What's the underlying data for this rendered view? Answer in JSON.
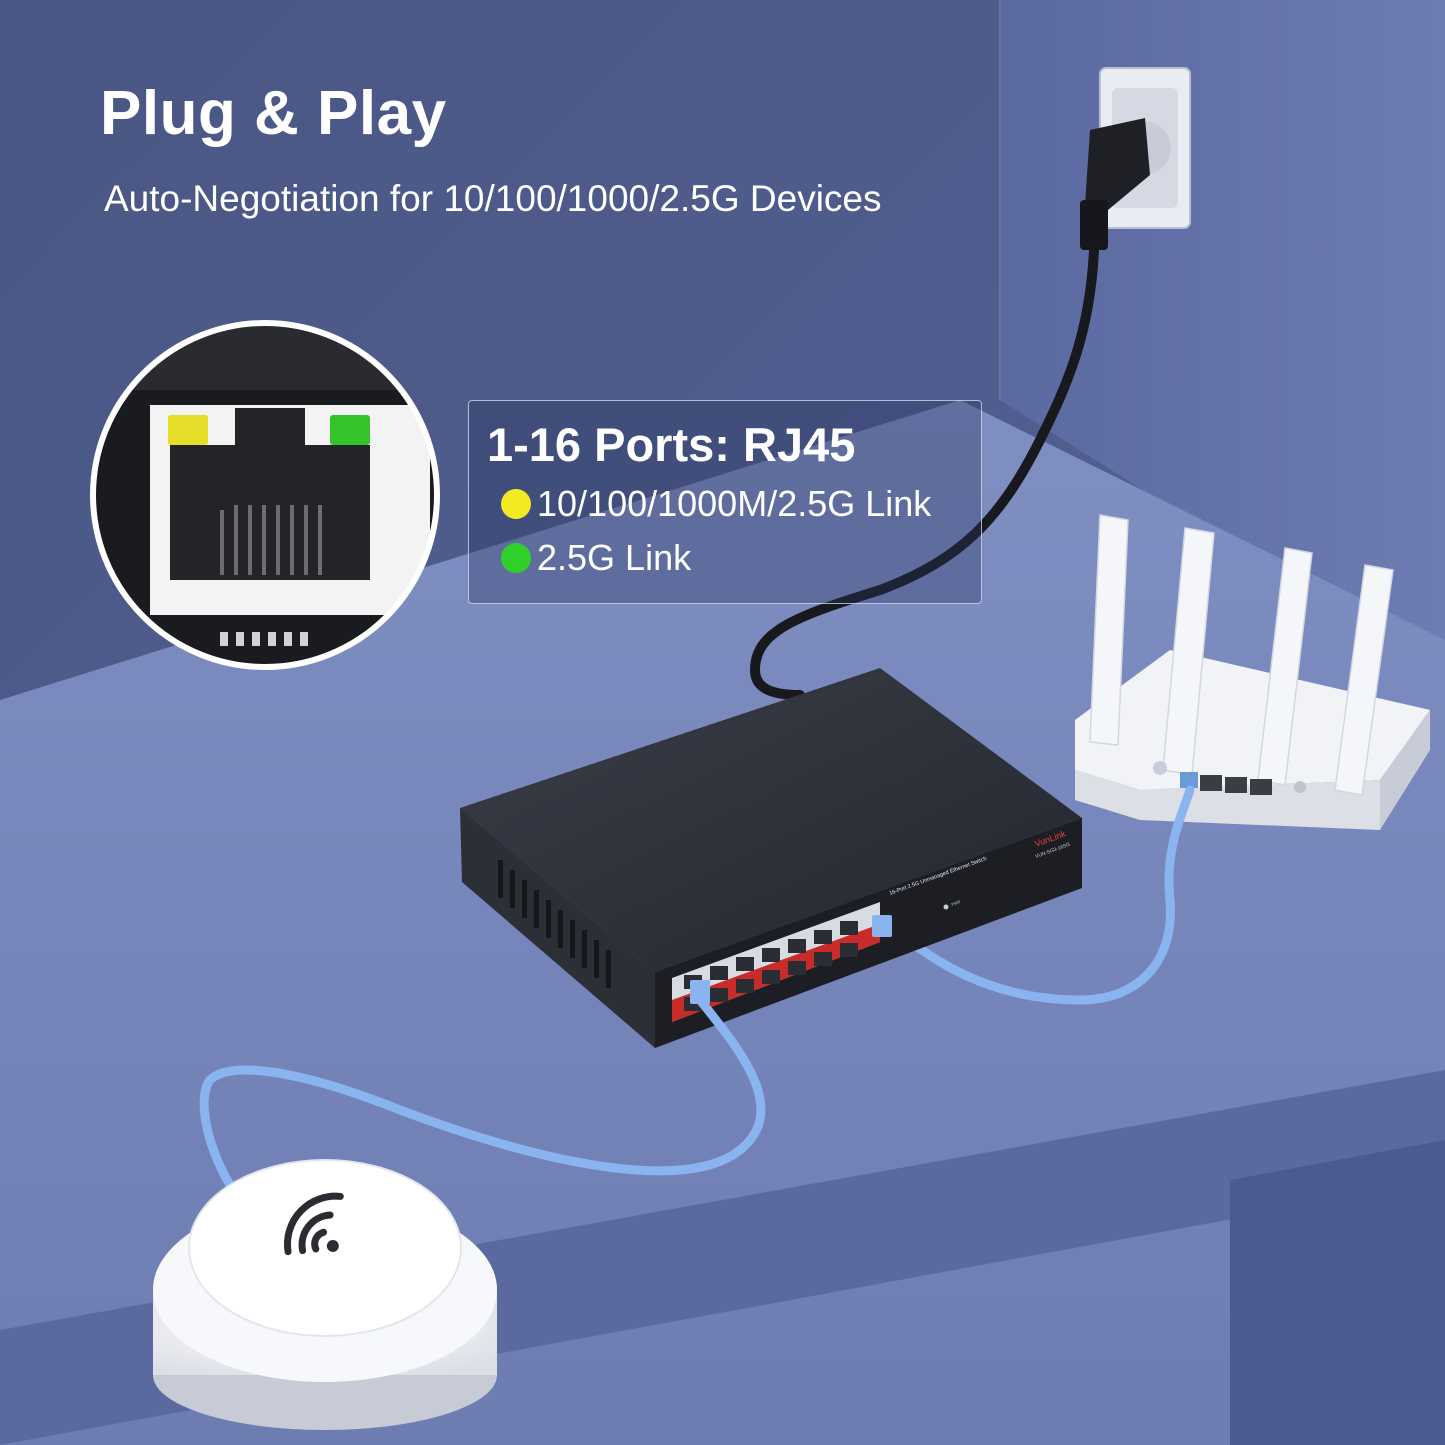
{
  "headline": "Plug & Play",
  "subline": "Auto-Negotiation for 10/100/1000/2.5G Devices",
  "ports_box": {
    "title": "1-16 Ports: RJ45",
    "legend": [
      {
        "label": "10/100/1000M/2.5G Link",
        "color": "#f4ea24"
      },
      {
        "label": "2.5G Link",
        "color": "#2fd02a"
      }
    ]
  },
  "switch": {
    "brand": "VunLink",
    "model": "VUN-SG3-16SG",
    "caption": "16-Port 2.5G Unmanaged Ethernet Switch",
    "power_label": "PWR"
  },
  "colors": {
    "wall": "#4c5a86",
    "desk": "#7d8dc0",
    "cable": "#8ab4ef",
    "led_yellow": "#f4ea24",
    "led_green": "#2fd02a"
  },
  "icons": [
    "wifi-icon",
    "power-plug-icon",
    "rj45-port-icon"
  ]
}
